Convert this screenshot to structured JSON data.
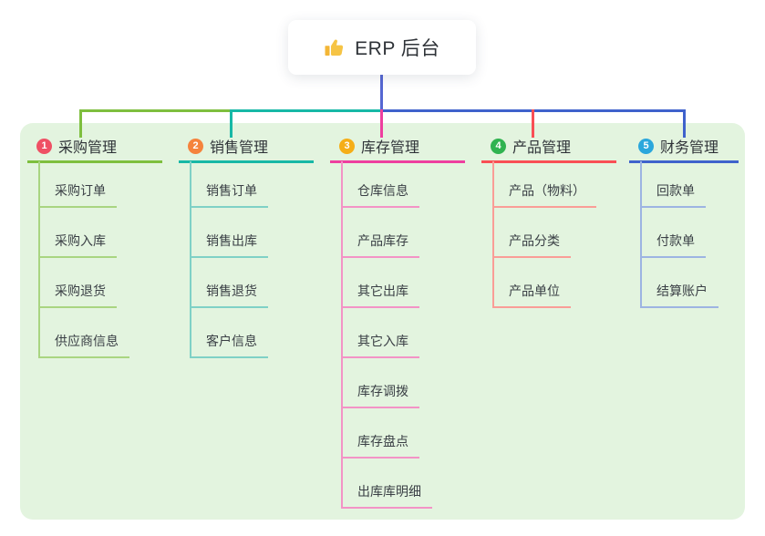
{
  "root": {
    "label": "ERP 后台",
    "icon": "thumbs-up-icon",
    "icon_color": "#f3b636"
  },
  "branches": [
    {
      "badge": "1",
      "label": "采购管理",
      "badge_color": "#ef5064",
      "line_color": "#7ebf3e",
      "child_line_color": "#a9d581",
      "children": [
        "采购订单",
        "采购入库",
        "采购退货",
        "供应商信息"
      ]
    },
    {
      "badge": "2",
      "label": "销售管理",
      "badge_color": "#f5833c",
      "line_color": "#17b8a6",
      "child_line_color": "#7fd1c6",
      "children": [
        "销售订单",
        "销售出库",
        "销售退货",
        "客户信息"
      ]
    },
    {
      "badge": "3",
      "label": "库存管理",
      "badge_color": "#f5ae17",
      "line_color": "#ee3f9f",
      "child_line_color": "#f393c6",
      "children": [
        "仓库信息",
        "产品库存",
        "其它出库",
        "其它入库",
        "库存调拨",
        "库存盘点",
        "出库库明细"
      ]
    },
    {
      "badge": "4",
      "label": "产品管理",
      "badge_color": "#30b350",
      "line_color": "#f94f55",
      "child_line_color": "#fa9d97",
      "children": [
        "产品（物料）",
        "产品分类",
        "产品单位"
      ]
    },
    {
      "badge": "5",
      "label": "财务管理",
      "badge_color": "#2ba7dc",
      "line_color": "#3f62cc",
      "child_line_color": "#9db4e2",
      "children": [
        "回款单",
        "付款单",
        "结算账户"
      ]
    }
  ],
  "colors": {
    "panel_bg": "#e3f4df",
    "root_line": "#5567d2",
    "text": "#33373d"
  }
}
